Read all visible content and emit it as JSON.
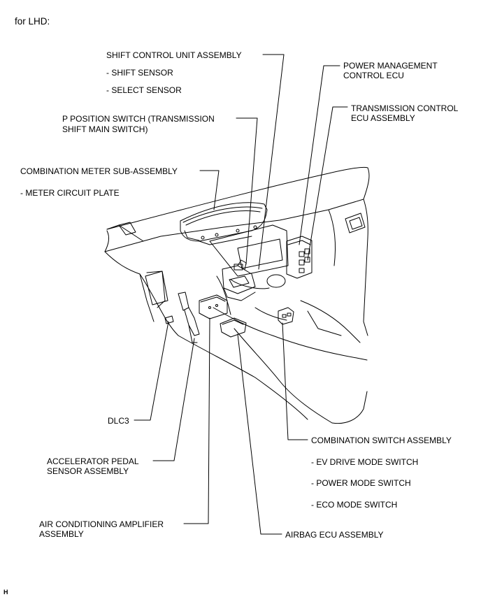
{
  "header": "for LHD:",
  "footer_mark": "H",
  "labels": {
    "shift_control_unit": "SHIFT CONTROL UNIT ASSEMBLY",
    "shift_sensor": "- SHIFT SENSOR",
    "select_sensor": "- SELECT SENSOR",
    "p_position_line1": "P POSITION SWITCH (TRANSMISSION",
    "p_position_line2": "SHIFT MAIN SWITCH)",
    "combination_meter": "COMBINATION METER SUB-ASSEMBLY",
    "meter_circuit_plate": "- METER CIRCUIT PLATE",
    "power_mgmt_line1": "POWER MANAGEMENT",
    "power_mgmt_line2": "CONTROL ECU",
    "transmission_ecu_line1": "TRANSMISSION CONTROL",
    "transmission_ecu_line2": "ECU ASSEMBLY",
    "dlc3": "DLC3",
    "accel_line1": "ACCELERATOR PEDAL",
    "accel_line2": "SENSOR ASSEMBLY",
    "combination_switch": "COMBINATION SWITCH ASSEMBLY",
    "ev_drive_mode": "- EV DRIVE MODE SWITCH",
    "power_mode": "- POWER MODE SWITCH",
    "eco_mode": "- ECO MODE SWITCH",
    "ac_amp_line1": "AIR CONDITIONING AMPLIFIER",
    "ac_amp_line2": "ASSEMBLY",
    "airbag_ecu": "AIRBAG ECU ASSEMBLY"
  }
}
